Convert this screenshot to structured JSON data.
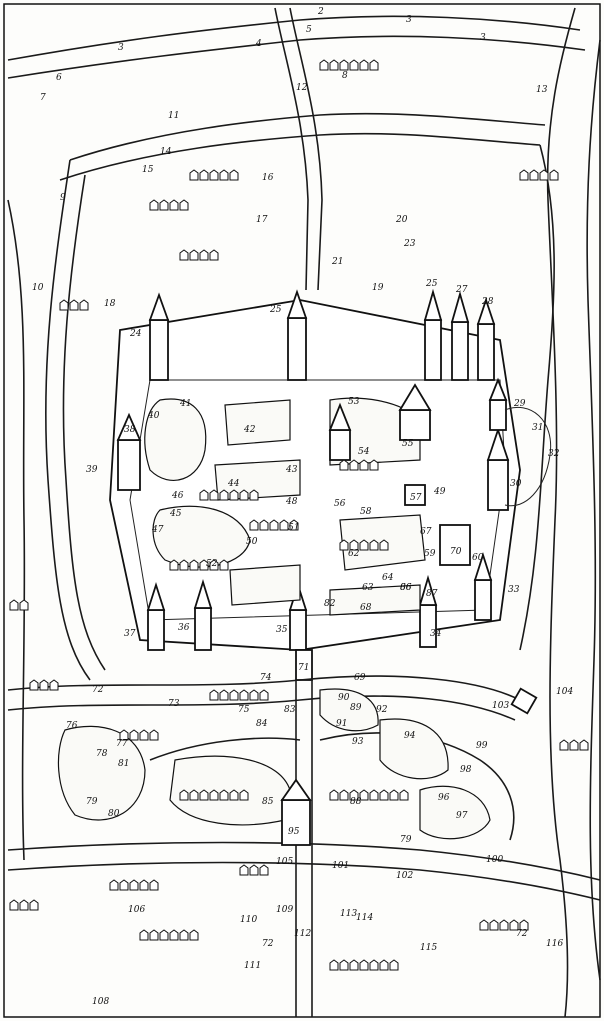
{
  "labels": [
    {
      "id": "l-2a",
      "text": "2"
    },
    {
      "id": "l-3a",
      "text": "3"
    },
    {
      "id": "l-3b",
      "text": "3"
    },
    {
      "id": "l-3c",
      "text": "3"
    },
    {
      "id": "l-4a",
      "text": "4"
    },
    {
      "id": "l-5a",
      "text": "5"
    },
    {
      "id": "l-6a",
      "text": "6"
    },
    {
      "id": "l-7a",
      "text": "7"
    },
    {
      "id": "l-8a",
      "text": "8"
    },
    {
      "id": "l-9a",
      "text": "9"
    },
    {
      "id": "l-10a",
      "text": "10"
    },
    {
      "id": "l-11a",
      "text": "11"
    },
    {
      "id": "l-12a",
      "text": "12"
    },
    {
      "id": "l-13a",
      "text": "13"
    },
    {
      "id": "l-14a",
      "text": "14"
    },
    {
      "id": "l-15a",
      "text": "15"
    },
    {
      "id": "l-16a",
      "text": "16"
    },
    {
      "id": "l-17a",
      "text": "17"
    },
    {
      "id": "l-18a",
      "text": "18"
    },
    {
      "id": "l-19a",
      "text": "19"
    },
    {
      "id": "l-20a",
      "text": "20"
    },
    {
      "id": "l-21a",
      "text": "21"
    },
    {
      "id": "l-23a",
      "text": "23"
    },
    {
      "id": "l-24a",
      "text": "24"
    },
    {
      "id": "l-25a",
      "text": "25"
    },
    {
      "id": "l-25b",
      "text": "25"
    },
    {
      "id": "l-27a",
      "text": "27"
    },
    {
      "id": "l-28a",
      "text": "28"
    },
    {
      "id": "l-29a",
      "text": "29"
    },
    {
      "id": "l-30a",
      "text": "30"
    },
    {
      "id": "l-31a",
      "text": "31"
    },
    {
      "id": "l-32a",
      "text": "32"
    },
    {
      "id": "l-33a",
      "text": "33"
    },
    {
      "id": "l-34a",
      "text": "34"
    },
    {
      "id": "l-35a",
      "text": "35"
    },
    {
      "id": "l-36a",
      "text": "36"
    },
    {
      "id": "l-37a",
      "text": "37"
    },
    {
      "id": "l-38a",
      "text": "38"
    },
    {
      "id": "l-39a",
      "text": "39"
    },
    {
      "id": "l-40a",
      "text": "40"
    },
    {
      "id": "l-41a",
      "text": "41"
    },
    {
      "id": "l-42a",
      "text": "42"
    },
    {
      "id": "l-43a",
      "text": "43"
    },
    {
      "id": "l-44a",
      "text": "44"
    },
    {
      "id": "l-45a",
      "text": "45"
    },
    {
      "id": "l-46a",
      "text": "46"
    },
    {
      "id": "l-47a",
      "text": "47"
    },
    {
      "id": "l-48a",
      "text": "48"
    },
    {
      "id": "l-49a",
      "text": "49"
    },
    {
      "id": "l-50a",
      "text": "50"
    },
    {
      "id": "l-51a",
      "text": "51"
    },
    {
      "id": "l-52a",
      "text": "52"
    },
    {
      "id": "l-53a",
      "text": "53"
    },
    {
      "id": "l-54a",
      "text": "54"
    },
    {
      "id": "l-55a",
      "text": "55"
    },
    {
      "id": "l-56a",
      "text": "56"
    },
    {
      "id": "l-57a",
      "text": "57"
    },
    {
      "id": "l-58a",
      "text": "58"
    },
    {
      "id": "l-59a",
      "text": "59"
    },
    {
      "id": "l-60a",
      "text": "60"
    },
    {
      "id": "l-62a",
      "text": "62"
    },
    {
      "id": "l-63a",
      "text": "63"
    },
    {
      "id": "l-64a",
      "text": "64"
    },
    {
      "id": "l-66a",
      "text": "66"
    },
    {
      "id": "l-67a",
      "text": "67"
    },
    {
      "id": "l-68a",
      "text": "68"
    },
    {
      "id": "l-69a",
      "text": "69"
    },
    {
      "id": "l-70a",
      "text": "70"
    },
    {
      "id": "l-71a",
      "text": "71"
    },
    {
      "id": "l-72a",
      "text": "72"
    },
    {
      "id": "l-72b",
      "text": "72"
    },
    {
      "id": "l-72c",
      "text": "72"
    },
    {
      "id": "l-73a",
      "text": "73"
    },
    {
      "id": "l-74a",
      "text": "74"
    },
    {
      "id": "l-75a",
      "text": "75"
    },
    {
      "id": "l-76a",
      "text": "76"
    },
    {
      "id": "l-77a",
      "text": "77"
    },
    {
      "id": "l-78a",
      "text": "78"
    },
    {
      "id": "l-79a",
      "text": "79"
    },
    {
      "id": "l-79b",
      "text": "79"
    },
    {
      "id": "l-80a",
      "text": "80"
    },
    {
      "id": "l-81a",
      "text": "81"
    },
    {
      "id": "l-82a",
      "text": "82"
    },
    {
      "id": "l-83a",
      "text": "83"
    },
    {
      "id": "l-84a",
      "text": "84"
    },
    {
      "id": "l-85a",
      "text": "85"
    },
    {
      "id": "l-86a",
      "text": "86"
    },
    {
      "id": "l-87a",
      "text": "87"
    },
    {
      "id": "l-88a",
      "text": "88"
    },
    {
      "id": "l-89a",
      "text": "89"
    },
    {
      "id": "l-90a",
      "text": "90"
    },
    {
      "id": "l-91a",
      "text": "91"
    },
    {
      "id": "l-92a",
      "text": "92"
    },
    {
      "id": "l-93a",
      "text": "93"
    },
    {
      "id": "l-94a",
      "text": "94"
    },
    {
      "id": "l-95a",
      "text": "95"
    },
    {
      "id": "l-96a",
      "text": "96"
    },
    {
      "id": "l-97a",
      "text": "97"
    },
    {
      "id": "l-98a",
      "text": "98"
    },
    {
      "id": "l-99a",
      "text": "99"
    },
    {
      "id": "l-100a",
      "text": "100"
    },
    {
      "id": "l-101a",
      "text": "101"
    },
    {
      "id": "l-102a",
      "text": "102"
    },
    {
      "id": "l-103a",
      "text": "103"
    },
    {
      "id": "l-104a",
      "text": "104"
    },
    {
      "id": "l-105a",
      "text": "105"
    },
    {
      "id": "l-106a",
      "text": "106"
    },
    {
      "id": "l-108a",
      "text": "108"
    },
    {
      "id": "l-109a",
      "text": "109"
    },
    {
      "id": "l-110a",
      "text": "110"
    },
    {
      "id": "l-111a",
      "text": "111"
    },
    {
      "id": "l-112a",
      "text": "112"
    },
    {
      "id": "l-113a",
      "text": "113"
    },
    {
      "id": "l-114a",
      "text": "114"
    },
    {
      "id": "l-115a",
      "text": "115"
    },
    {
      "id": "l-116a",
      "text": "116"
    }
  ]
}
